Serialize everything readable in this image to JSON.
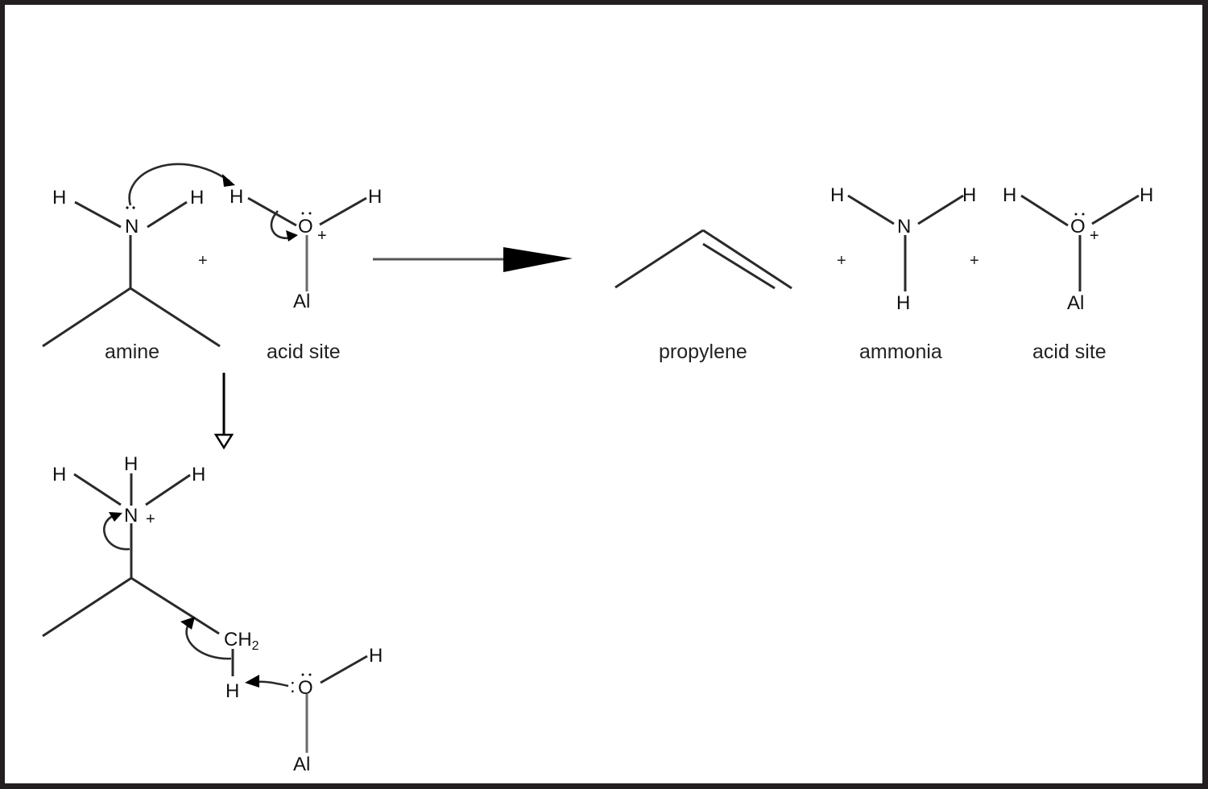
{
  "diagram": {
    "title": "Amine deamination over acid site to propylene and ammonia",
    "reactants": {
      "amine": {
        "label": "amine",
        "atoms": {
          "N": "N",
          "H1": "H",
          "H2": "H"
        }
      },
      "plus": "+",
      "acid_site": {
        "label": "acid site",
        "atoms": {
          "O": "O",
          "O_charge": "+",
          "H1": "H",
          "H2": "H",
          "Al": "Al"
        }
      }
    },
    "products": {
      "propylene": {
        "label": "propylene"
      },
      "plus1": "+",
      "ammonia": {
        "label": "ammonia",
        "atoms": {
          "N": "N",
          "H1": "H",
          "H2": "H",
          "H3": "H"
        }
      },
      "plus2": "+",
      "acid_site": {
        "label": "acid site",
        "atoms": {
          "O": "O",
          "O_charge": "+",
          "H1": "H",
          "H2": "H",
          "Al": "Al"
        }
      }
    },
    "intermediate": {
      "ammonium": {
        "atoms": {
          "N": "N",
          "N_charge": "+",
          "H1": "H",
          "H2": "H",
          "H3": "H"
        }
      },
      "ch2": {
        "C": "CH",
        "sub": "2"
      },
      "h_transfer": "H",
      "acid_site": {
        "atoms": {
          "O": "O",
          "H": "H",
          "Al": "Al",
          "lone_pair": ":"
        }
      }
    },
    "arrows": {
      "main_reaction": "reaction-arrow-right",
      "step_down": "open-arrow-down"
    }
  }
}
